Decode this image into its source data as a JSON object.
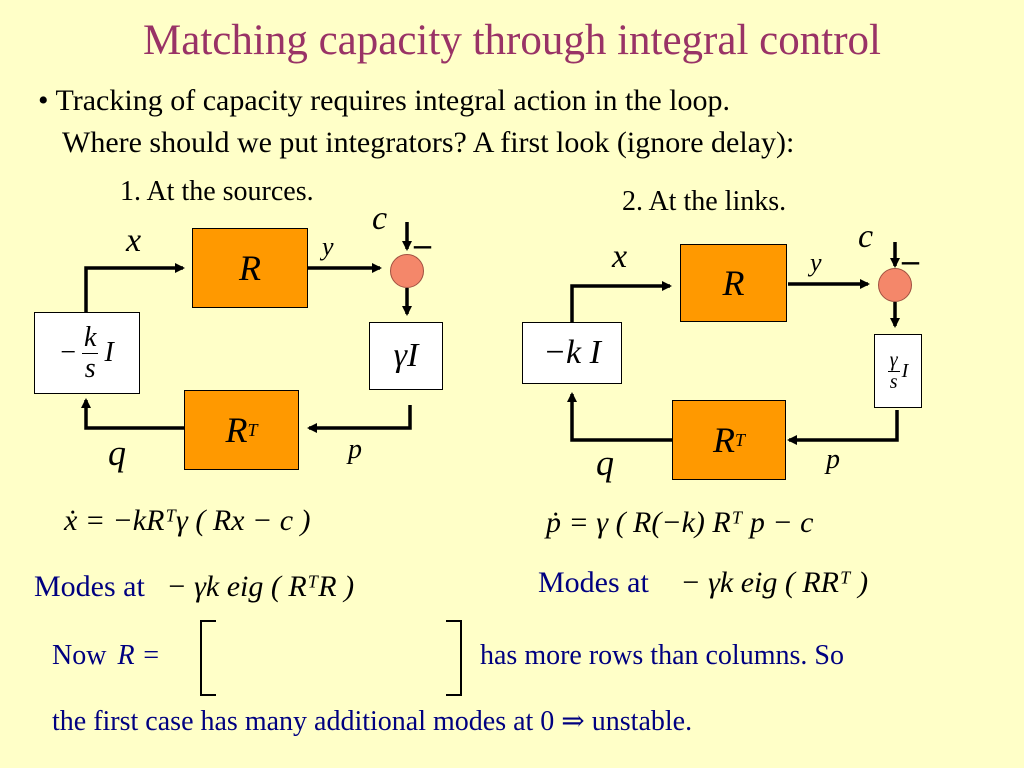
{
  "title": "Matching capacity through integral control",
  "bullet": {
    "symbol": "•",
    "line1": "Tracking of capacity requires integral action in the loop.",
    "line2": "Where should we put integrators? A first look (ignore delay):"
  },
  "diagram1": {
    "caption": "1. At the sources.",
    "block_R": "R",
    "block_RT": "R",
    "block_RT_sup": "T",
    "controller_sign": "−",
    "controller_num": "k",
    "controller_den": "s",
    "controller_I": "I",
    "gain_gamma": "γ",
    "gain_I": "I",
    "labels": {
      "x": "x",
      "y": "y",
      "c": "c",
      "q": "q",
      "p": "p",
      "minus": "–"
    }
  },
  "diagram2": {
    "caption": "2. At the links.",
    "block_R": "R",
    "block_RT": "R",
    "block_RT_sup": "T",
    "controller": "−k I",
    "gain_num": "γ",
    "gain_den": "s",
    "gain_I": "I",
    "labels": {
      "x": "x",
      "y": "y",
      "c": "c",
      "q": "q",
      "p": "p",
      "minus": "–"
    }
  },
  "equations": {
    "eq1": "ẋ = −kRᵀγ ( Rx − c )",
    "eq2": "ṗ = γ ( R(−k) Rᵀ p − c",
    "modes_label": "Modes at",
    "modes1": "− γk eig ( RᵀR )",
    "modes2": "− γk eig ( RRᵀ )"
  },
  "footer": {
    "now": "Now",
    "R_eq": "R =",
    "rows_text": "has more rows than columns. So",
    "last_line": "the first case has many additional modes at 0  ⇒  unstable."
  }
}
